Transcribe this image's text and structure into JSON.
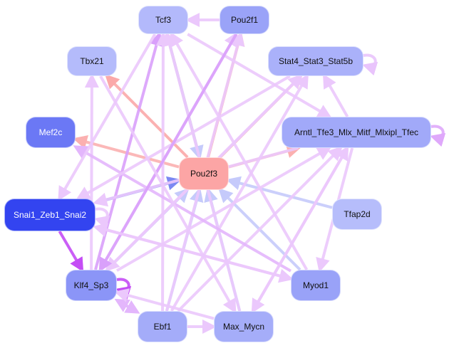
{
  "graph": {
    "nodes": [
      {
        "id": "Tcf3",
        "label": "Tcf3",
        "color": "#b3b9fb",
        "text": "#111111"
      },
      {
        "id": "Pou2f1",
        "label": "Pou2f1",
        "color": "#9aa3f8",
        "text": "#111111"
      },
      {
        "id": "Tbx21",
        "label": "Tbx21",
        "color": "#b4bbfb",
        "text": "#111111"
      },
      {
        "id": "Stat4_Stat3_Stat5b",
        "label": "Stat4_Stat3_Stat5b",
        "color": "#aab1fa",
        "text": "#111111"
      },
      {
        "id": "Mef2c",
        "label": "Mef2c",
        "color": "#6b78f5",
        "text": "#ffffff"
      },
      {
        "id": "Arntl",
        "label": "Arntl_Tfe3_Mlx_Mitf_Mlxipl_Tfec",
        "color": "#a1a9f9",
        "text": "#111111"
      },
      {
        "id": "Pou2f3",
        "label": "Pou2f3",
        "color": "#fca5a5",
        "text": "#111111"
      },
      {
        "id": "Snai1",
        "label": "Snai1_Zeb1_Snai2",
        "color": "#3344f0",
        "text": "#ffffff"
      },
      {
        "id": "Tfap2d",
        "label": "Tfap2d",
        "color": "#b6bdfb",
        "text": "#111111"
      },
      {
        "id": "Klf4_Sp3",
        "label": "Klf4_Sp3",
        "color": "#8b95f7",
        "text": "#111111"
      },
      {
        "id": "Myod1",
        "label": "Myod1",
        "color": "#99a2f8",
        "text": "#111111"
      },
      {
        "id": "Ebf1",
        "label": "Ebf1",
        "color": "#a4acf9",
        "text": "#111111"
      },
      {
        "id": "Max_Mycn",
        "label": "Max_Mycn",
        "color": "#a5adf9",
        "text": "#111111"
      }
    ],
    "edges": [
      {
        "from": "Pou2f1",
        "to": "Tcf3",
        "color": "#ebc8fc"
      },
      {
        "from": "Pou2f3",
        "to": "Tcf3",
        "color": "#fbb0b0"
      },
      {
        "from": "Pou2f3",
        "to": "Pou2f1",
        "color": "#fbb0b0"
      },
      {
        "from": "Pou2f3",
        "to": "Tbx21",
        "color": "#fba9a9"
      },
      {
        "from": "Pou2f3",
        "to": "Mef2c",
        "color": "#fbb0b0"
      },
      {
        "from": "Pou2f3",
        "to": "Stat4_Stat3_Stat5b",
        "color": "#fbb0b0"
      },
      {
        "from": "Pou2f3",
        "to": "Arntl",
        "color": "#fbb0b0"
      },
      {
        "from": "Snai1",
        "to": "Pou2f3",
        "color": "#7b88f2"
      },
      {
        "from": "Tfap2d",
        "to": "Pou2f3",
        "color": "#c5cafb"
      },
      {
        "from": "Klf4_Sp3",
        "to": "Pou2f3",
        "color": "#c5cafb"
      },
      {
        "from": "Ebf1",
        "to": "Pou2f3",
        "color": "#c5cafb"
      },
      {
        "from": "Max_Mycn",
        "to": "Pou2f3",
        "color": "#c5cafb"
      },
      {
        "from": "Myod1",
        "to": "Pou2f3",
        "color": "#c5cafb"
      },
      {
        "from": "Tcf3",
        "to": "Pou2f3",
        "color": "#c5cafb"
      },
      {
        "from": "Stat4_Stat3_Stat5b",
        "to": "Stat4_Stat3_Stat5b",
        "color": "#e9c4fc"
      },
      {
        "from": "Arntl",
        "to": "Arntl",
        "color": "#dfa8fb"
      },
      {
        "from": "Klf4_Sp3",
        "to": "Klf4_Sp3",
        "color": "#c44df5"
      },
      {
        "from": "Arntl",
        "to": "Stat4_Stat3_Stat5b",
        "color": "#ebc8fc"
      },
      {
        "from": "Klf4_Sp3",
        "to": "Tcf3",
        "color": "#d9a0fb"
      },
      {
        "from": "Klf4_Sp3",
        "to": "Tbx21",
        "color": "#ebc8fc"
      },
      {
        "from": "Klf4_Sp3",
        "to": "Stat4_Stat3_Stat5b",
        "color": "#ebc8fc"
      },
      {
        "from": "Klf4_Sp3",
        "to": "Arntl",
        "color": "#ebc8fc"
      },
      {
        "from": "Klf4_Sp3",
        "to": "Pou2f1",
        "color": "#ebc8fc"
      },
      {
        "from": "Snai1",
        "to": "Klf4_Sp3",
        "color": "#c44df5"
      },
      {
        "from": "Ebf1",
        "to": "Klf4_Sp3",
        "color": "#e3b6fc"
      },
      {
        "from": "Klf4_Sp3",
        "to": "Ebf1",
        "color": "#e3b6fc"
      },
      {
        "from": "Max_Mycn",
        "to": "Klf4_Sp3",
        "color": "#ebc8fc"
      },
      {
        "from": "Ebf1",
        "to": "Max_Mycn",
        "color": "#ebc8fc"
      },
      {
        "from": "Ebf1",
        "to": "Tcf3",
        "color": "#ebc8fc"
      },
      {
        "from": "Ebf1",
        "to": "Pou2f1",
        "color": "#ebc8fc"
      },
      {
        "from": "Ebf1",
        "to": "Stat4_Stat3_Stat5b",
        "color": "#ebc8fc"
      },
      {
        "from": "Ebf1",
        "to": "Arntl",
        "color": "#ebc8fc"
      },
      {
        "from": "Max_Mycn",
        "to": "Tcf3",
        "color": "#ebc8fc"
      },
      {
        "from": "Max_Mycn",
        "to": "Arntl",
        "color": "#ebc8fc"
      },
      {
        "from": "Myod1",
        "to": "Mef2c",
        "color": "#e3b6fc"
      },
      {
        "from": "Myod1",
        "to": "Snai1",
        "color": "#ebc8fc"
      },
      {
        "from": "Myod1",
        "to": "Tcf3",
        "color": "#ebc8fc"
      },
      {
        "from": "Arntl",
        "to": "Myod1",
        "color": "#ebc8fc"
      },
      {
        "from": "Arntl",
        "to": "Max_Mycn",
        "color": "#ebc8fc"
      },
      {
        "from": "Arntl",
        "to": "Snai1",
        "color": "#ebc8fc"
      },
      {
        "from": "Tcf3",
        "to": "Snai1",
        "color": "#ebc8fc"
      },
      {
        "from": "Tcf3",
        "to": "Arntl",
        "color": "#ebc8fc"
      },
      {
        "from": "Stat4_Stat3_Stat5b",
        "to": "Snai1",
        "color": "#ebc8fc"
      },
      {
        "from": "Stat4_Stat3_Stat5b",
        "to": "Klf4_Sp3",
        "color": "#ebc8fc"
      },
      {
        "from": "Pou2f1",
        "to": "Klf4_Sp3",
        "color": "#d9a0fb"
      },
      {
        "from": "Tbx21",
        "to": "Max_Mycn",
        "color": "#ebc8fc"
      },
      {
        "from": "Snai1",
        "to": "Myod1",
        "color": "#ebc8fc"
      },
      {
        "from": "Snai1",
        "to": "Snai1",
        "color": "#ebc8fc"
      }
    ]
  }
}
